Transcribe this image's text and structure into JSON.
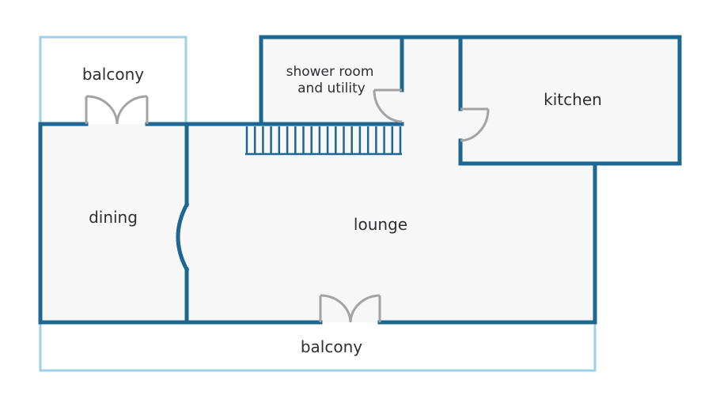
{
  "colors": {
    "wall": "#1d6792",
    "balcony_outline": "#9fcfea",
    "floor": "#f7f7f7",
    "door": "#a3a3a3",
    "text": "#2f2f33"
  },
  "rooms": {
    "balcony_top": "balcony",
    "shower_line1": "shower room",
    "shower_line2": "and utility",
    "kitchen": "kitchen",
    "dining": "dining",
    "lounge": "lounge",
    "balcony_bottom": "balcony"
  }
}
